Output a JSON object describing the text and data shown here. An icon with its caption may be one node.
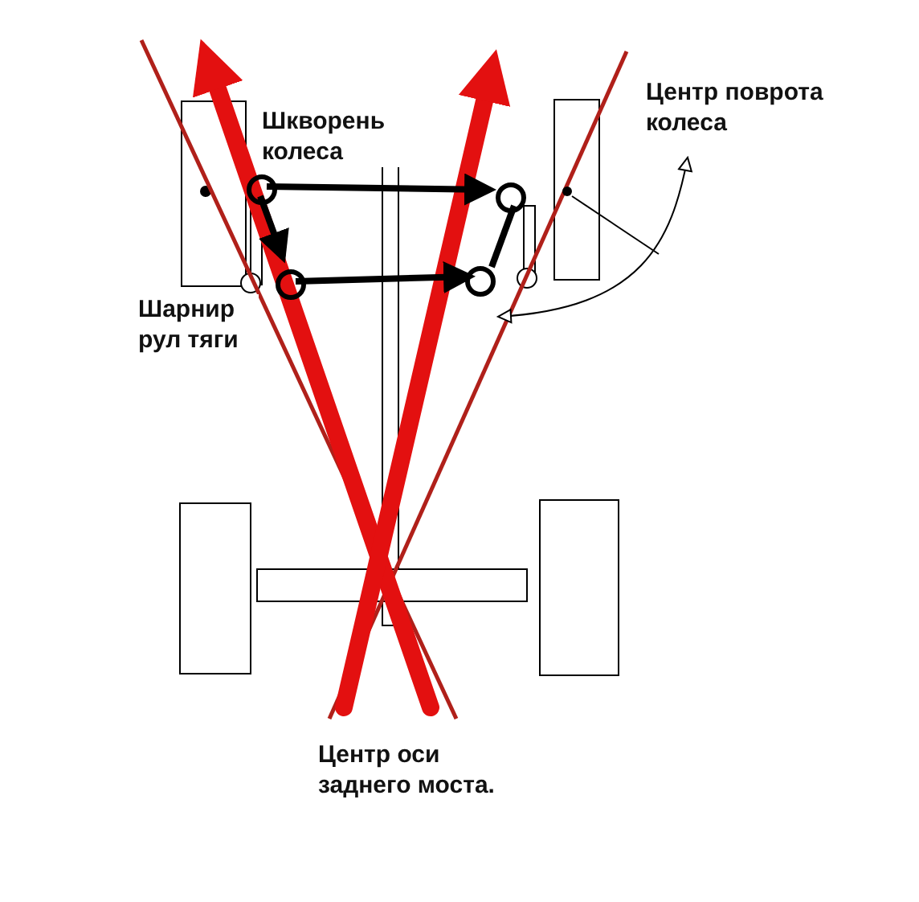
{
  "diagram": {
    "nodes": [
      {
        "text": [
          "Центр поврота колеса"
        ]
      },
      {
        "text": [],
        "shape": "circle"
      }
    ],
    "edges": [
      {
        "from": 0,
        "to": null,
        "arrow": "both"
      },
      {
        "from": 1,
        "to": null,
        "arrow": "none"
      }
    ],
    "labels": [
      "Шкворень колеса",
      "Шарнир рул тяги",
      "Центр оси заднего моста."
    ]
  }
}
